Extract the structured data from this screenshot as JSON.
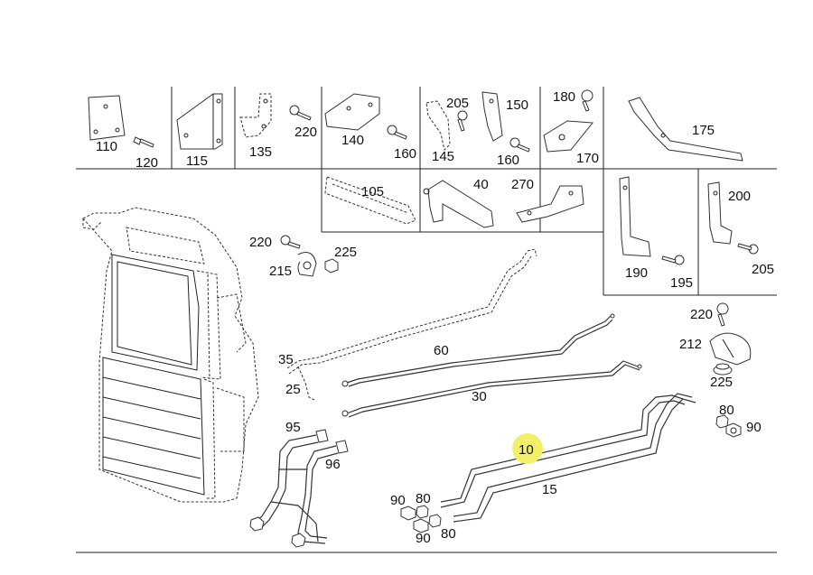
{
  "diagram": {
    "highlight_color": "#f3ef6a",
    "line_color": "#222222",
    "labels": {
      "l110": "110",
      "l120": "120",
      "l115": "115",
      "l135": "135",
      "l220a": "220",
      "l140": "140",
      "l160a": "160",
      "l205a": "205",
      "l145": "145",
      "l150": "150",
      "l160b": "160",
      "l180": "180",
      "l170": "170",
      "l175": "175",
      "l105": "105",
      "l40": "40",
      "l270": "270",
      "l190": "190",
      "l195": "195",
      "l200": "200",
      "l205b": "205",
      "l220b": "220",
      "l215": "215",
      "l225a": "225",
      "l220c": "220",
      "l212": "212",
      "l225b": "225",
      "l60": "60",
      "l35": "35",
      "l25": "25",
      "l30": "30",
      "l80a": "80",
      "l90a": "90",
      "l10": "10",
      "l15": "15",
      "l95": "95",
      "l96": "96",
      "l90b": "90",
      "l80b": "80",
      "l90c": "90",
      "l80c": "80"
    }
  }
}
